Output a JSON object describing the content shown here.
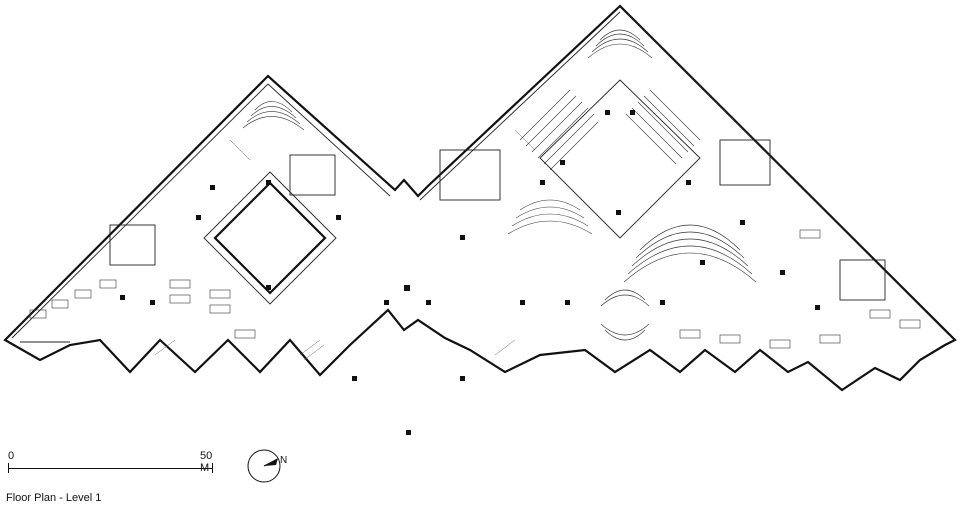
{
  "scale_bar": {
    "start_label": "0",
    "end_label": "50 M"
  },
  "north_arrow": {
    "label": "N",
    "icon": "north-arrow-icon"
  },
  "caption": "Floor Plan - Level 1",
  "colors": {
    "ink": "#111111",
    "paper": "#ffffff"
  }
}
